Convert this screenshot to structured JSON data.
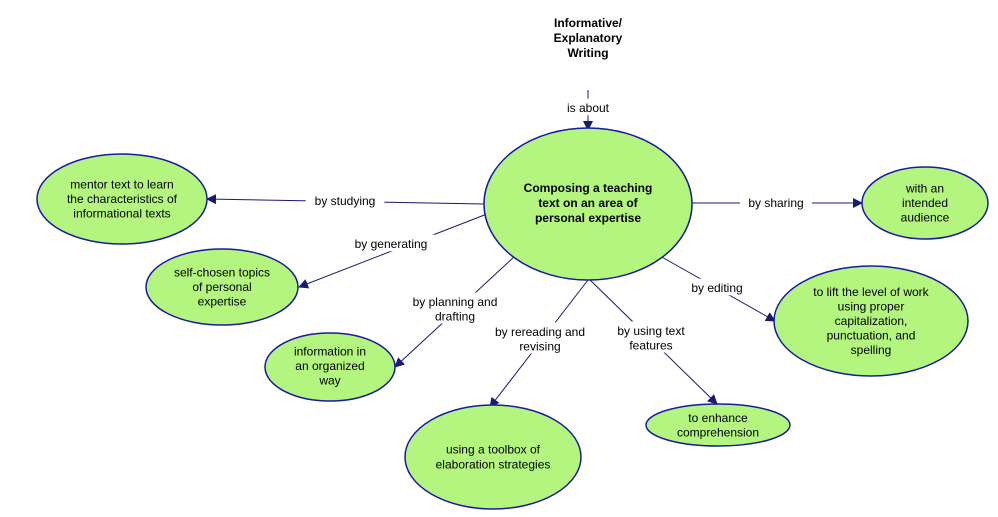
{
  "colors": {
    "node_fill": "#b3f57f",
    "node_stroke": "#1a1a9e",
    "link": "#1a1a70"
  },
  "root": {
    "lines": [
      "Informative/",
      "Explanatory",
      "Writing"
    ]
  },
  "center": {
    "lines": [
      "Composing a teaching",
      "text on an area of",
      "personal expertise"
    ]
  },
  "link_labels": {
    "is_about": [
      "is about"
    ],
    "by_studying": [
      "by studying"
    ],
    "by_generating": [
      "by generating"
    ],
    "by_planning": [
      "by planning and",
      "drafting"
    ],
    "by_rereading": [
      "by rereading and",
      "revising"
    ],
    "by_using_text": [
      "by using text",
      "features"
    ],
    "by_editing": [
      "by editing"
    ],
    "by_sharing": [
      "by sharing"
    ]
  },
  "nodes": {
    "mentor": [
      "mentor text to learn",
      "the characteristics of",
      "informational texts"
    ],
    "self_chosen": [
      "self-chosen topics",
      "of personal",
      "expertise"
    ],
    "info_organized": [
      "information in",
      "an organized",
      "way"
    ],
    "toolbox": [
      "using a toolbox of",
      "elaboration strategies"
    ],
    "enhance": [
      "to enhance",
      "comprehension"
    ],
    "lift": [
      "to lift the level of work",
      "using proper",
      "capitalization,",
      "punctuation, and",
      "spelling"
    ],
    "audience": [
      "with an",
      "intended",
      "audience"
    ]
  }
}
